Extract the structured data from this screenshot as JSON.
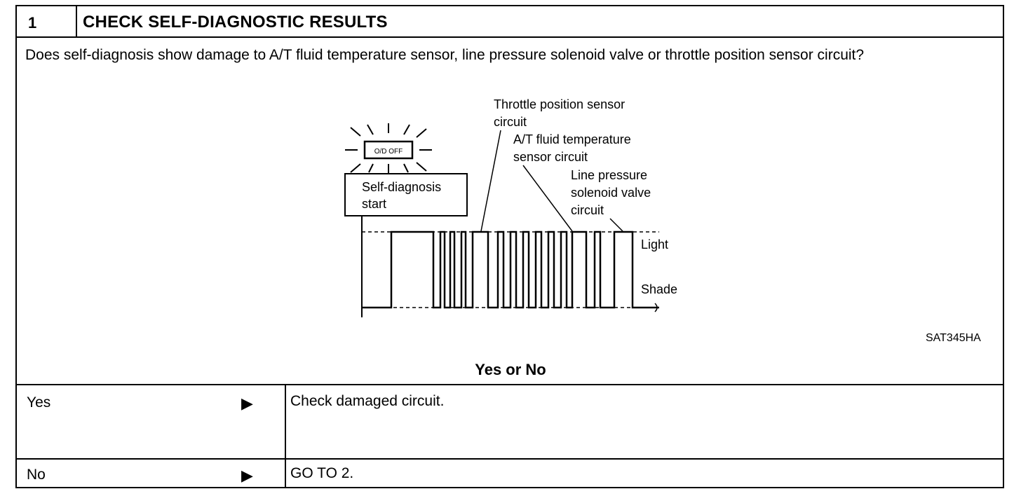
{
  "step": {
    "number": "1",
    "title": "CHECK SELF-DIAGNOSTIC RESULTS"
  },
  "question": "Does self-diagnosis show damage to A/T fluid temperature sensor, line pressure solenoid valve or throttle position sensor circuit?",
  "diagram": {
    "indicator_label": "O/D OFF",
    "start_label_line1": "Self-diagnosis",
    "start_label_line2": "start",
    "throttle_line1": "Throttle position sensor",
    "throttle_line2": "circuit",
    "fluid_line1": "A/T fluid temperature",
    "fluid_line2": "sensor circuit",
    "line_pressure_line1": "Line pressure",
    "line_pressure_line2": "solenoid valve",
    "line_pressure_line3": "circuit",
    "light_label": "Light",
    "shade_label": "Shade",
    "figure_id": "SAT345HA"
  },
  "prompt": "Yes or No",
  "answers": [
    {
      "answer": "Yes",
      "arrow": "▶",
      "action": "Check damaged circuit."
    },
    {
      "answer": "No",
      "arrow": "▶",
      "action": "GO TO 2."
    }
  ]
}
